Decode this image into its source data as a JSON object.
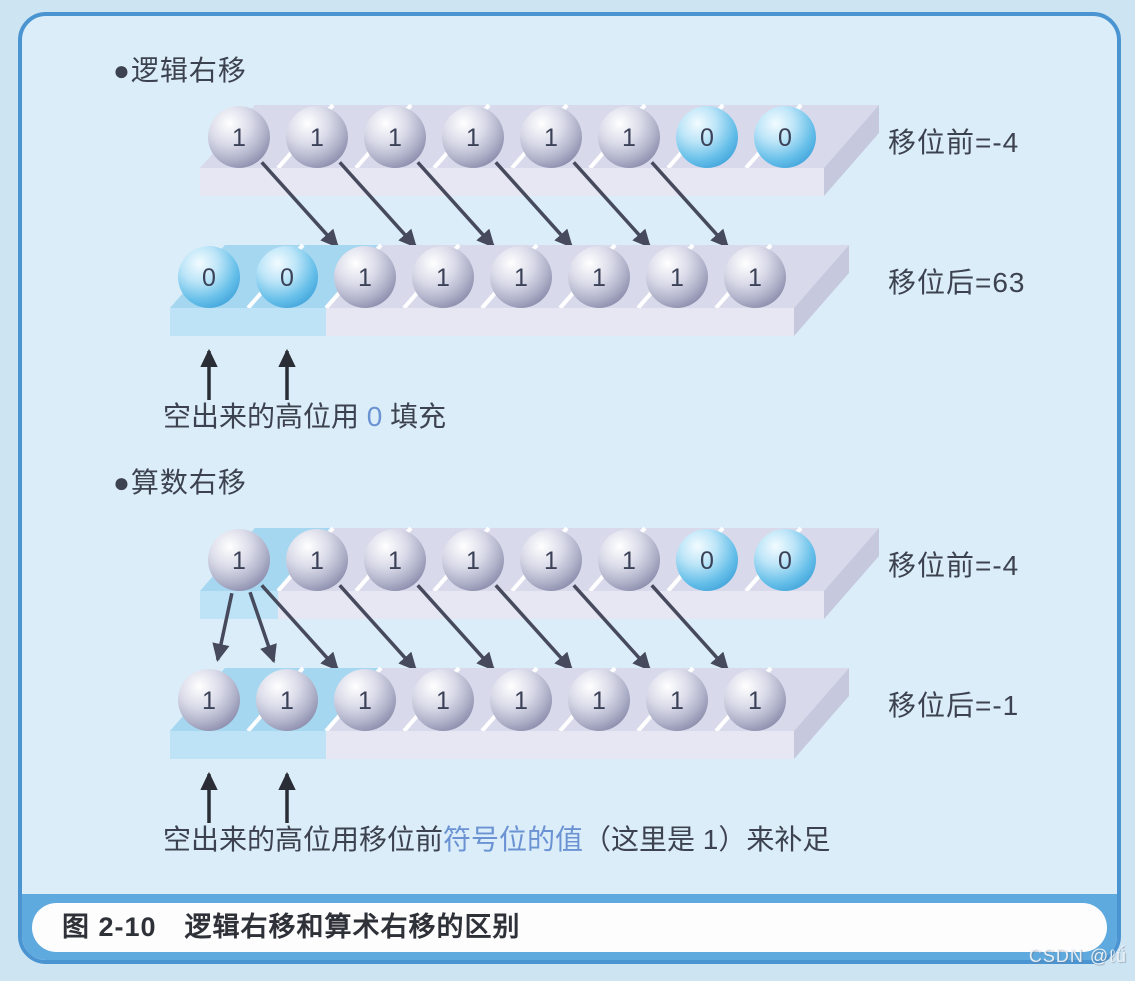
{
  "figure": {
    "caption": "图 2-10　逻辑右移和算术右移的区别",
    "watermark": "CSDN @ℓǘ"
  },
  "colors": {
    "frame_border": "#4a94d2",
    "frame_bg": "#dbedf9",
    "page_bg": "#cde4f2",
    "band_blue": "#5ea9de",
    "tray_top": "#d8daeb",
    "tray_front": "#e6e7f3",
    "tray_side": "#c6c8dd",
    "highlight_top": "#a6d7f1",
    "highlight_front": "#bfe3f6",
    "shift_arrow": "#464a5c",
    "fill_arrow": "#2a2d36",
    "text_dark": "#3d4250",
    "text_accent": "#6b93d3",
    "ball_grey_edge": "#9092b0",
    "ball_blue_edge": "#4aaade"
  },
  "sections": [
    {
      "id": "logical",
      "title": "●逻辑右移",
      "before_label": "移位前=-4",
      "after_label": "移位后=63",
      "before_bits": [
        "1",
        "1",
        "1",
        "1",
        "1",
        "1",
        "0",
        "0"
      ],
      "after_bits": [
        "0",
        "0",
        "1",
        "1",
        "1",
        "1",
        "1",
        "1"
      ],
      "before_highlight": [],
      "after_highlight": [
        0,
        1
      ],
      "arrows": [
        [
          0,
          2
        ],
        [
          1,
          3
        ],
        [
          2,
          4
        ],
        [
          3,
          5
        ],
        [
          4,
          6
        ],
        [
          5,
          7
        ]
      ],
      "fill_arrow_cells": [
        0,
        1
      ],
      "note_parts": [
        {
          "text": "空出来的高位用 ",
          "accent": false
        },
        {
          "text": "0",
          "accent": true
        },
        {
          "text": " 填充",
          "accent": false
        }
      ]
    },
    {
      "id": "arithmetic",
      "title": "●算数右移",
      "before_label": "移位前=-4",
      "after_label": "移位后=-1",
      "before_bits": [
        "1",
        "1",
        "1",
        "1",
        "1",
        "1",
        "0",
        "0"
      ],
      "after_bits": [
        "1",
        "1",
        "1",
        "1",
        "1",
        "1",
        "1",
        "1"
      ],
      "before_highlight": [
        0
      ],
      "after_highlight": [
        0,
        1
      ],
      "arrows": [
        [
          0,
          0
        ],
        [
          0,
          1
        ],
        [
          0,
          2
        ],
        [
          1,
          3
        ],
        [
          2,
          4
        ],
        [
          3,
          5
        ],
        [
          4,
          6
        ],
        [
          5,
          7
        ]
      ],
      "fill_arrow_cells": [
        0,
        1
      ],
      "note_parts": [
        {
          "text": "空出来的高位用移位前",
          "accent": false
        },
        {
          "text": "符号位的值",
          "accent": true
        },
        {
          "text": "（这里是 1）来补足",
          "accent": false
        }
      ]
    }
  ]
}
